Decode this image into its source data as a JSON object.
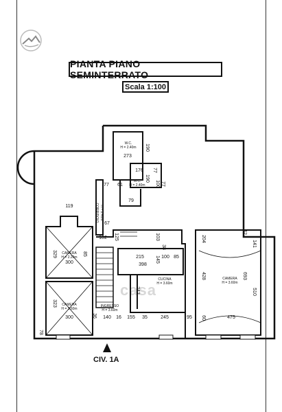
{
  "header": {
    "title": "PIANTA PIANO SEMINTERRATO",
    "scale": "Scala 1:100"
  },
  "entrance": {
    "label": "CIV. 1A"
  },
  "rooms": {
    "wc1_name": "W.C.",
    "wc1_height": "H = 2.40m",
    "wc2_name": "W.C.",
    "wc2_height": "H = 2.40m",
    "corridoio_name": "CORRIDOIO",
    "corridoio_height": "H = 2.40m",
    "camera1_name": "CAMERA",
    "camera1_height": "H = 2.20m",
    "camera2_name": "CAMERA",
    "camera2_height": "H = 3.60m",
    "ingresso_name": "INGRESSO",
    "ingresso_height": "H = 3.60m",
    "cucina_name": "CUCINA",
    "cucina_height": "H = 3.60m",
    "camera3_name": "CAMERA",
    "camera3_height": "H = 3.60m"
  },
  "dimensions": {
    "d190a": "190",
    "d273": "273",
    "d176": "176",
    "d190b": "190",
    "d77a": "77",
    "d100a": "100",
    "d77b": "77",
    "d61": "61",
    "d79": "79",
    "d119": "119",
    "d67": "67",
    "d102": "102",
    "d125": "125",
    "d329": "329",
    "d85a": "85",
    "d300a": "300",
    "d323": "323",
    "d300b": "300",
    "d36": "36",
    "d140": "140",
    "d16": "16",
    "d155": "155",
    "d35": "35",
    "d245": "245",
    "d95": "95",
    "d475": "475",
    "d215": "215",
    "d100b": "100",
    "d85b": "85",
    "d398": "398",
    "d145": "145",
    "d103": "103",
    "d38": "38",
    "d243": "243",
    "d204": "204",
    "d42": "42",
    "d141": "141",
    "d428": "428",
    "d693": "693",
    "d510": "510",
    "d60": "60",
    "d78": "78"
  },
  "watermark": "casa"
}
